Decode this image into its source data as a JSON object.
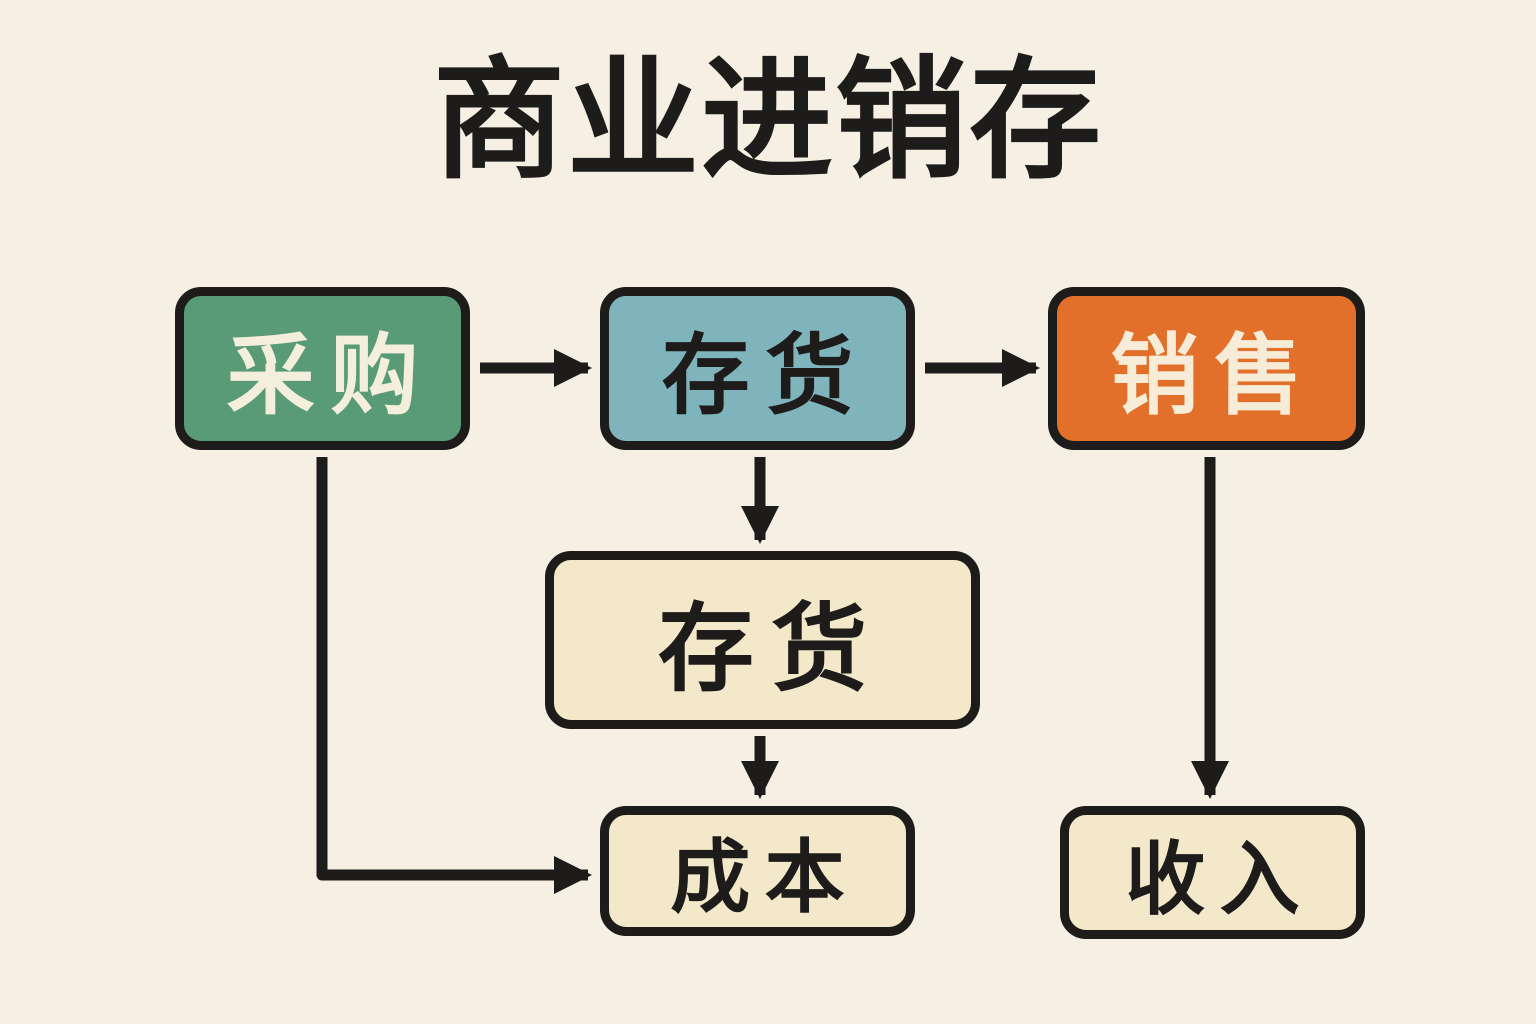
{
  "title": "商业进销存",
  "colors": {
    "background": "#f6f0e4",
    "stroke": "#1d1c1a",
    "title": "#1d1c1a",
    "green": "#599b77",
    "teal": "#7fb4bd",
    "orange": "#e2702a",
    "cream": "#f4e8ca",
    "light_text": "#f4eedd",
    "dark_text": "#1d1c1a"
  },
  "nodes": [
    {
      "id": "purchase",
      "label": "采购",
      "fill": "#599b77",
      "text_color": "#f4eedd"
    },
    {
      "id": "inventory-flow",
      "label": "存货",
      "fill": "#7fb4bd",
      "text_color": "#1d1c1a"
    },
    {
      "id": "sales",
      "label": "销售",
      "fill": "#e2702a",
      "text_color": "#f6ecd8"
    },
    {
      "id": "inventory-stock",
      "label": "存货",
      "fill": "#f4e8ca",
      "text_color": "#1d1c1a"
    },
    {
      "id": "cost",
      "label": "成本",
      "fill": "#f4e8ca",
      "text_color": "#1d1c1a"
    },
    {
      "id": "revenue",
      "label": "收入",
      "fill": "#f4e8ca",
      "text_color": "#1d1c1a"
    }
  ],
  "edges": [
    {
      "from": "purchase",
      "to": "inventory-flow"
    },
    {
      "from": "inventory-flow",
      "to": "sales"
    },
    {
      "from": "inventory-flow",
      "to": "inventory-stock"
    },
    {
      "from": "inventory-stock",
      "to": "cost"
    },
    {
      "from": "sales",
      "to": "revenue"
    },
    {
      "from": "purchase",
      "to": "cost"
    }
  ]
}
